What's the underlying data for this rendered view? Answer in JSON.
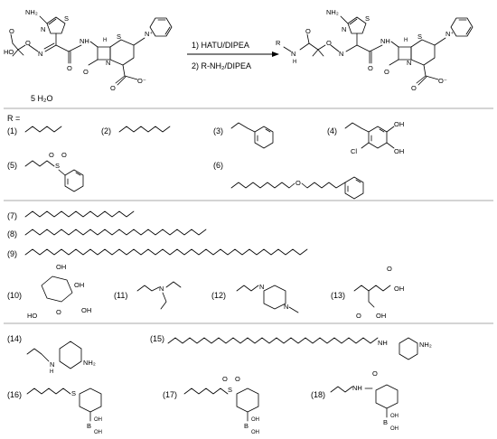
{
  "scheme": {
    "reagent_step1": "1) HATU/DIPEA",
    "reagent_step2": "2) R-NH₂/DIPEA",
    "hydrate": "5 H₂O",
    "r_prefix": "R ="
  },
  "atoms": {
    "nh2": "NH₂",
    "s": "S",
    "n": "N",
    "o": "O",
    "ho": "HO",
    "oh": "OH",
    "h": "H",
    "nh": "NH",
    "h_n": "H",
    "o_minus": "O⁻",
    "n_plus": "N⁺",
    "r": "R",
    "cl": "Cl",
    "b": "B",
    "n_plain": "N",
    "h2n": "NH₂"
  },
  "compounds": [
    {
      "id": "(1)"
    },
    {
      "id": "(2)"
    },
    {
      "id": "(3)"
    },
    {
      "id": "(4)"
    },
    {
      "id": "(5)"
    },
    {
      "id": "(6)"
    },
    {
      "id": "(7)"
    },
    {
      "id": "(8)"
    },
    {
      "id": "(9)"
    },
    {
      "id": "(10)"
    },
    {
      "id": "(11)"
    },
    {
      "id": "(12)"
    },
    {
      "id": "(13)"
    },
    {
      "id": "(14)"
    },
    {
      "id": "(15)"
    },
    {
      "id": "(16)"
    },
    {
      "id": "(17)"
    },
    {
      "id": "(18)"
    }
  ],
  "colors": {
    "ink": "#000000",
    "divider": "#555555"
  }
}
